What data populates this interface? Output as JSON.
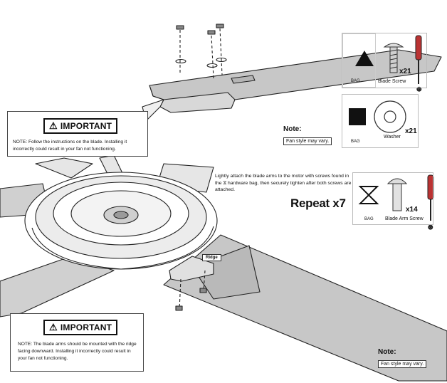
{
  "important_top": {
    "title": "IMPORTANT",
    "text": "NOTE: Follow the instructions on the blade. Installing it incorrectly could result in your fan not functioning."
  },
  "important_bottom": {
    "title": "IMPORTANT",
    "text": "NOTE: The blade arms should be mounted with the ridge facing downward. Installing it incorrectly could result in your fan not functioning."
  },
  "note_top": {
    "label": "Note:",
    "tag": "Fan style may vary."
  },
  "note_bottom": {
    "label": "Note:",
    "tag": "Fan style may vary."
  },
  "hardware": {
    "blade_screw": {
      "bag_label": "BAG",
      "name": "Blade Screw",
      "qty": "x21",
      "bag_symbol": "triangle"
    },
    "washer": {
      "bag_label": "BAG",
      "name": "Washer",
      "qty": "x21",
      "bag_symbol": "square"
    },
    "blade_arm_screw": {
      "bag_label": "BAG",
      "name": "Blade Arm Screw",
      "qty": "x14",
      "bag_symbol": "hourglass"
    }
  },
  "instruction": "Lightly attach the blade arms to the motor with screws found in the ⧖ hardware bag, then securely tighten after both screws are attached.",
  "repeat": "Repeat x7",
  "ridge_label": "Ridge"
}
